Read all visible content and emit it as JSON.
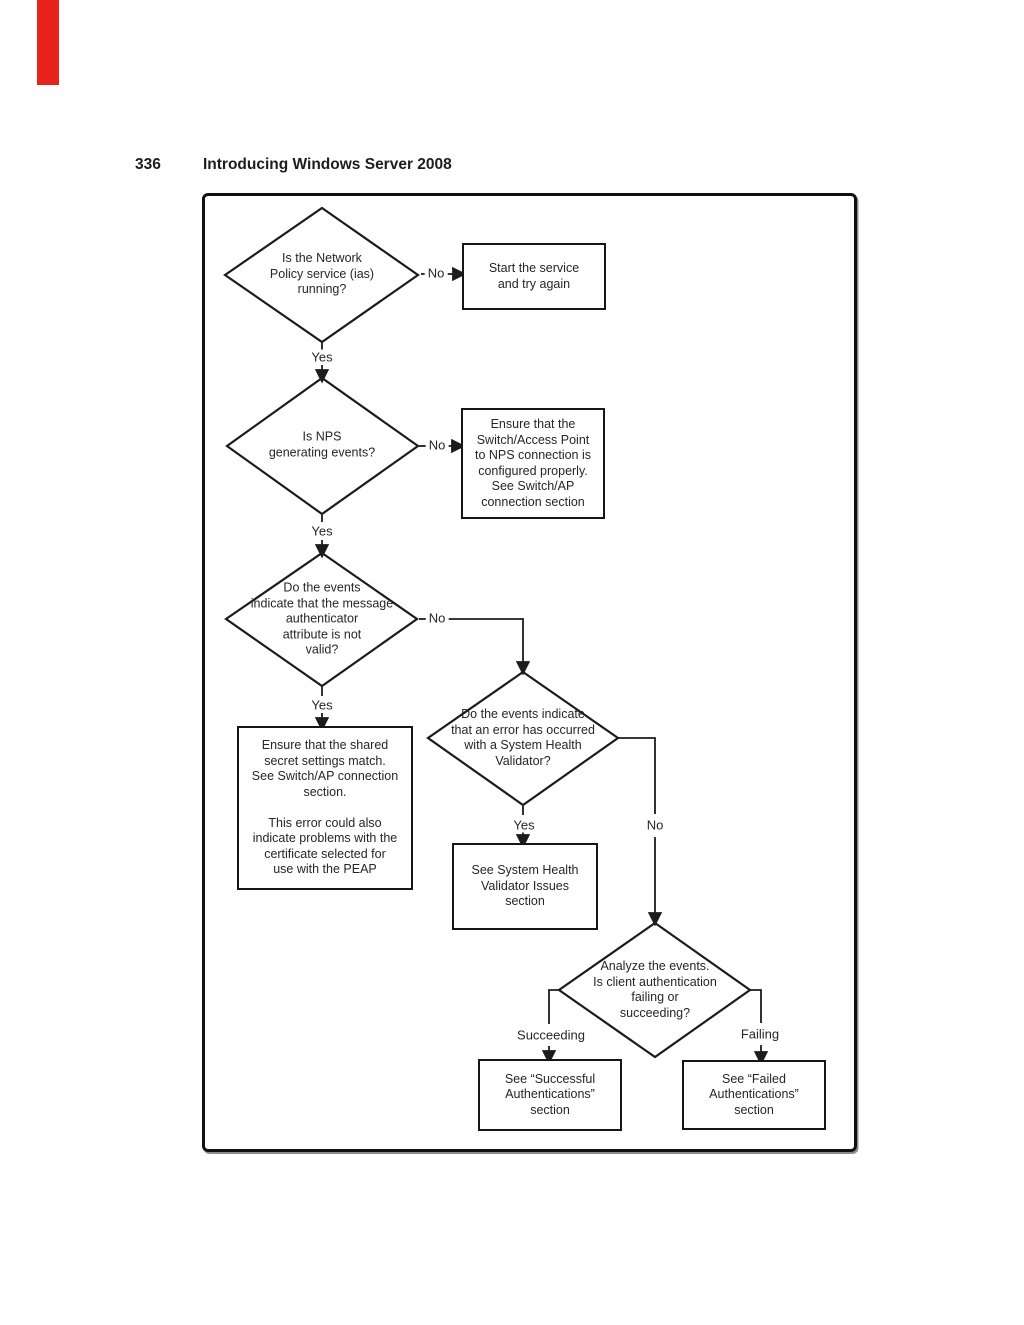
{
  "page": {
    "number": "336",
    "header_title": "Introducing Windows Server 2008",
    "edge_tab_color": "#e8231d"
  },
  "flowchart": {
    "line_color": "#1c1c1c",
    "decisions": {
      "d1": "Is the Network\nPolicy service (ias)\nrunning?",
      "d2": "Is NPS\ngenerating events?",
      "d3": "Do the events\nindicate that the message\nauthenticator\nattribute is not\nvalid?",
      "d4": "Do the events indicate\nthat an error has occurred\nwith a System Health\nValidator?",
      "d5": "Analyze the events.\nIs client authentication\nfailing or\nsucceeding?"
    },
    "actions": {
      "r1": "Start the service\nand try again",
      "r2": "Ensure that the\nSwitch/Access Point\nto NPS connection is\nconfigured properly.\nSee Switch/AP\nconnection section",
      "r3": "Ensure that the shared\nsecret settings match.\nSee Switch/AP connection\nsection.\n\nThis error could also\nindicate problems with the\ncertificate selected for\nuse with the PEAP",
      "r4": "See System Health\nValidator Issues\nsection",
      "r5": "See “Successful\nAuthentications”\nsection",
      "r6": "See “Failed\nAuthentications”\nsection"
    },
    "labels": {
      "d1_no": "No",
      "d1_yes": "Yes",
      "d2_no": "No",
      "d2_yes": "Yes",
      "d3_no": "No",
      "d3_yes": "Yes",
      "d4_yes": "Yes",
      "d4_no": "No",
      "d5_succeeding": "Succeeding",
      "d5_failing": "Failing"
    }
  }
}
